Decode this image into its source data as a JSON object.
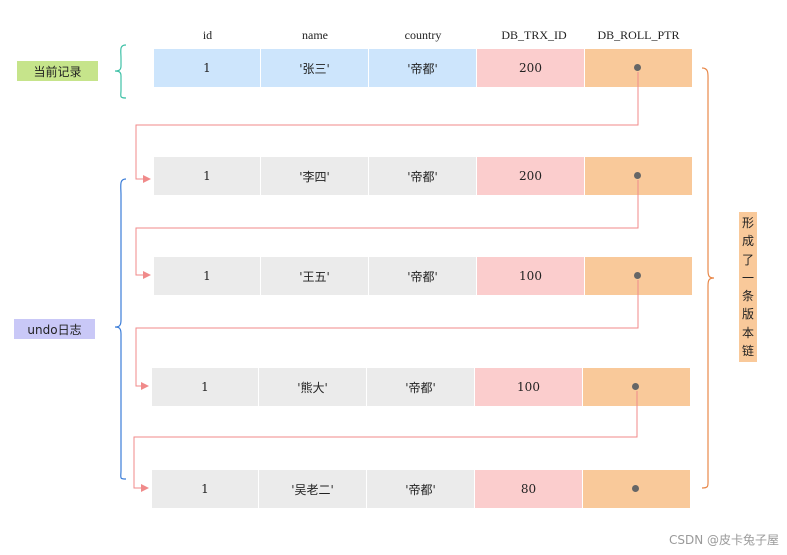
{
  "headers": {
    "id": "id",
    "name": "name",
    "country": "country",
    "trx": "DB_TRX_ID",
    "ptr": "DB_ROLL_PTR"
  },
  "labels": {
    "current": "当前记录",
    "undo": "undo日志",
    "chain": [
      "形",
      "成",
      "了",
      "一",
      "条",
      "版",
      "本",
      "链"
    ]
  },
  "records": [
    {
      "id": "1",
      "name": "'张三'",
      "country": "'帝都'",
      "trx": "200"
    },
    {
      "id": "1",
      "name": "'李四'",
      "country": "'帝都'",
      "trx": "200"
    },
    {
      "id": "1",
      "name": "'王五'",
      "country": "'帝都'",
      "trx": "100"
    },
    {
      "id": "1",
      "name": "'熊大'",
      "country": "'帝都'",
      "trx": "100"
    },
    {
      "id": "1",
      "name": "'吴老二'",
      "country": "'帝都'",
      "trx": "80"
    }
  ],
  "watermark": "CSDN @皮卡兔子屋",
  "colors": {
    "current_row": "#cde5fc",
    "undo_row": "#ebebeb",
    "trx_cell": "#fbcdcd",
    "ptr_cell": "#f9c99a",
    "arrow": "#f08a8a",
    "current_brace": "#3fc1a7",
    "undo_brace": "#3b7dd8",
    "chain_brace": "#e8884a",
    "current_tag": "#c6e48b",
    "undo_tag": "#c9c8f7"
  }
}
